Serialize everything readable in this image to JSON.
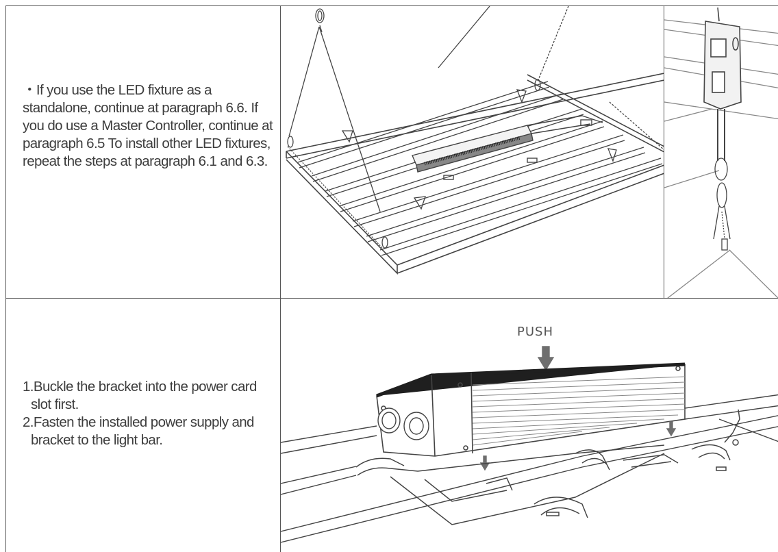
{
  "section_top": {
    "paragraph": "・If you use the LED fixture as a standalone, continue at paragraph 6.6. If you do use a Master Controller, continue at paragraph 6.5 To install other LED fixtures, repeat the steps at paragraph 6.1 and 6.3."
  },
  "section_bottom": {
    "steps": [
      "1.Buckle the bracket into the power card slot first.",
      "2.Fasten the installed power supply and bracket to the light bar."
    ],
    "push_label": "PUSH"
  },
  "icons": [
    "hanging-fixture-illustration",
    "hanger-hook-illustration",
    "power-supply-bracket-illustration",
    "down-arrow-icon"
  ],
  "colors": {
    "line": "#555555",
    "text": "#3d3d3d",
    "arrow": "#6e6e6e"
  }
}
